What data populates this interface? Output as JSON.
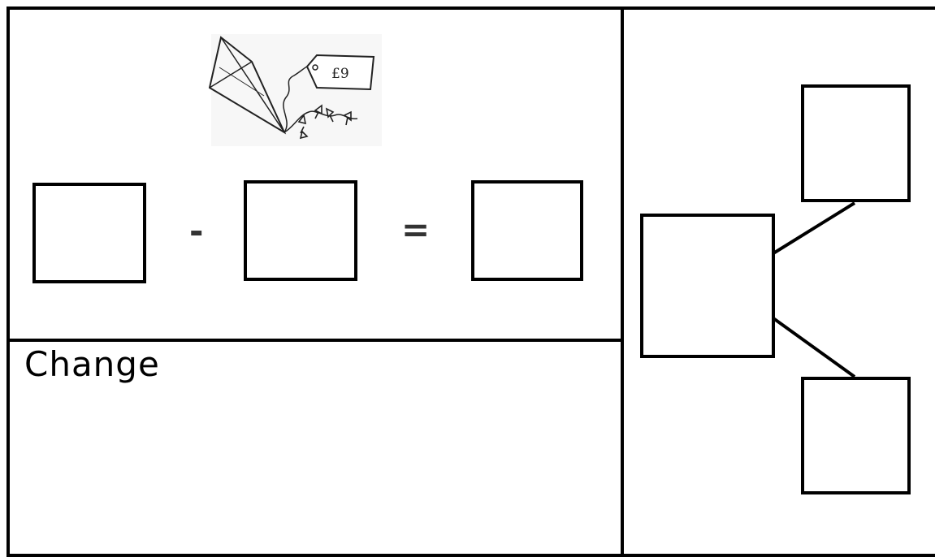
{
  "picture": {
    "subject": "kite-icon",
    "price_tag": "£9"
  },
  "equation": {
    "operator_1": "-",
    "operator_2": "="
  },
  "change": {
    "label": "Change"
  },
  "part_whole_model": {
    "boxes": [
      "whole",
      "part",
      "part"
    ]
  }
}
